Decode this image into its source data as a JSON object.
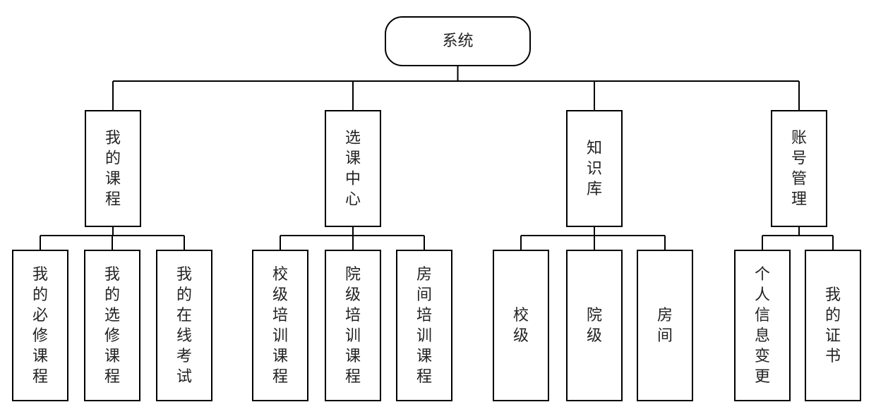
{
  "root": {
    "label": "系统"
  },
  "modules": [
    {
      "label": "我的课程",
      "children": [
        "我的必修课程",
        "我的选修课程",
        "我的在线考试"
      ]
    },
    {
      "label": "选课中心",
      "children": [
        "校级培训课程",
        "院级培训课程",
        "房间培训课程"
      ]
    },
    {
      "label": "知识库",
      "children": [
        "校级",
        "院级",
        "房间"
      ]
    },
    {
      "label": "账号管理",
      "children": [
        "个人信息变更",
        "我的证书"
      ]
    }
  ]
}
